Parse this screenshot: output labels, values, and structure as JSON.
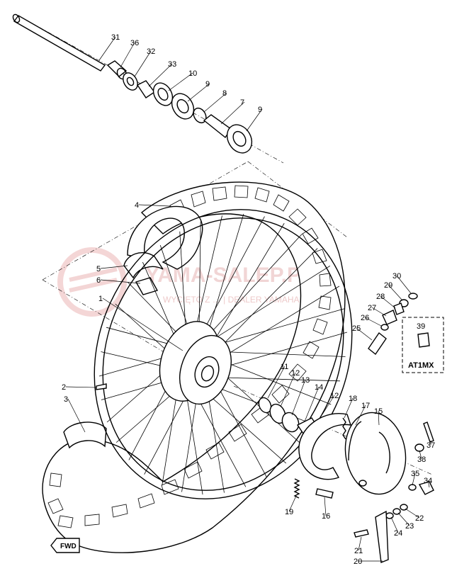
{
  "watermark": {
    "brand": "YAMA-SALEP.PL",
    "tagline": "WYCIĘTO Z … | DEALER YAMAHA"
  },
  "inset_box": {
    "part": "39",
    "label": "AT1MX"
  },
  "fwd_marker": "FWD",
  "callouts": [
    {
      "id": "31",
      "label": "31"
    },
    {
      "id": "36",
      "label": "36"
    },
    {
      "id": "32",
      "label": "32"
    },
    {
      "id": "33",
      "label": "33"
    },
    {
      "id": "10",
      "label": "10"
    },
    {
      "id": "9a",
      "label": "9"
    },
    {
      "id": "8",
      "label": "8"
    },
    {
      "id": "7",
      "label": "7"
    },
    {
      "id": "9b",
      "label": "9"
    },
    {
      "id": "4",
      "label": "4"
    },
    {
      "id": "5",
      "label": "5"
    },
    {
      "id": "6",
      "label": "6"
    },
    {
      "id": "1",
      "label": "1"
    },
    {
      "id": "2",
      "label": "2"
    },
    {
      "id": "3",
      "label": "3"
    },
    {
      "id": "30",
      "label": "30"
    },
    {
      "id": "29",
      "label": "29"
    },
    {
      "id": "28",
      "label": "28"
    },
    {
      "id": "27",
      "label": "27"
    },
    {
      "id": "26",
      "label": "26"
    },
    {
      "id": "25",
      "label": "25"
    },
    {
      "id": "11",
      "label": "11"
    },
    {
      "id": "12a",
      "label": "12"
    },
    {
      "id": "13",
      "label": "13"
    },
    {
      "id": "14",
      "label": "14"
    },
    {
      "id": "12b",
      "label": "12"
    },
    {
      "id": "18",
      "label": "18"
    },
    {
      "id": "17",
      "label": "17"
    },
    {
      "id": "15",
      "label": "15"
    },
    {
      "id": "37",
      "label": "37"
    },
    {
      "id": "38",
      "label": "38"
    },
    {
      "id": "35",
      "label": "35"
    },
    {
      "id": "34",
      "label": "34"
    },
    {
      "id": "22",
      "label": "22"
    },
    {
      "id": "23",
      "label": "23"
    },
    {
      "id": "24",
      "label": "24"
    },
    {
      "id": "19",
      "label": "19"
    },
    {
      "id": "16",
      "label": "16"
    },
    {
      "id": "21",
      "label": "21"
    },
    {
      "id": "20",
      "label": "20"
    }
  ]
}
